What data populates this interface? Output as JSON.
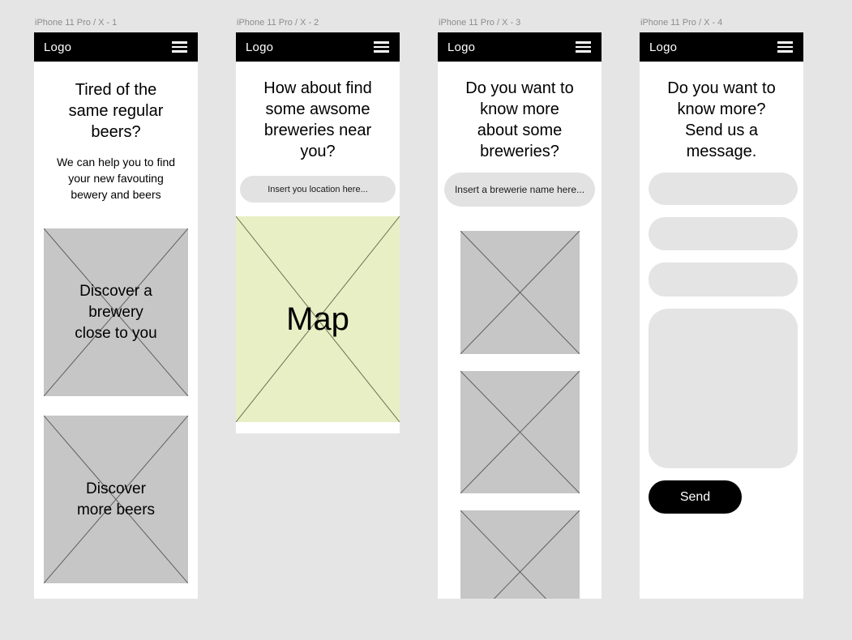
{
  "canvas": {
    "background": "#E5E5E5",
    "colors": {
      "appbar_bg": "#000000",
      "placeholder_fill": "#C6C6C6",
      "map_fill": "#E9EFC5",
      "input_fill": "#E2E2E2",
      "form_field_fill": "#E4E4E4",
      "send_button_bg": "#000000",
      "frame_label_color": "#8C8C8C"
    }
  },
  "frames": [
    {
      "device_label": "iPhone 11 Pro / X - 1",
      "logo": "Logo",
      "heading": "Tired of the\nsame regular\nbeers?",
      "subheading": "We can help you to find\nyour new favouting\nbewery and beers",
      "placeholders": [
        {
          "label": "Discover a\nbrewery\nclose to you"
        },
        {
          "label": "Discover\nmore beers"
        }
      ]
    },
    {
      "device_label": "iPhone 11 Pro / X - 2",
      "logo": "Logo",
      "heading": "How about find\nsome awsome\nbreweries near\nyou?",
      "location_input": {
        "placeholder": "Insert you location here..."
      },
      "map": {
        "label": "Map"
      }
    },
    {
      "device_label": "iPhone 11 Pro / X - 3",
      "logo": "Logo",
      "heading": "Do you want to\nknow more\nabout some\nbreweries?",
      "brewery_input": {
        "placeholder": "Insert a brewerie name here..."
      }
    },
    {
      "device_label": "iPhone 11 Pro / X - 4",
      "logo": "Logo",
      "heading": "Do you want to\nknow more?\nSend us a\nmessage.",
      "send_button": "Send"
    }
  ]
}
